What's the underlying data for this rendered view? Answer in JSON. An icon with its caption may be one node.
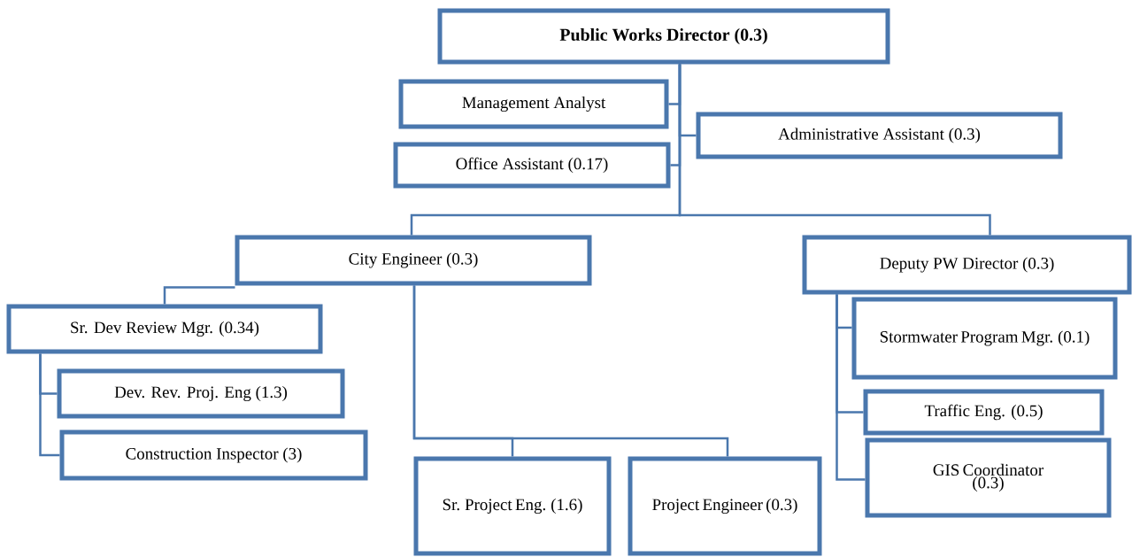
{
  "diagram": {
    "nodes": [
      {
        "text": [
          "Public Works Director (0.3)"
        ]
      },
      {
        "text": [
          "Management Analyst"
        ]
      },
      {
        "text": [
          "Administrative Assistant (0.3)"
        ]
      },
      {
        "text": [
          "Office Assistant (0.17)"
        ]
      },
      {
        "text": [
          "City Engineer (0.3)"
        ]
      },
      {
        "text": [
          "Deputy PW Director (0.3)"
        ]
      },
      {
        "text": [
          "Sr. Dev Review Mgr. (0.34)"
        ]
      },
      {
        "text": [
          "Dev. Rev. Proj. Eng (1.3)"
        ]
      },
      {
        "text": [
          "Construction Inspector (3)"
        ]
      },
      {
        "text": [
          "Sr. Project Eng. (1.6)"
        ]
      },
      {
        "text": [
          "Project Engineer (0.3)"
        ]
      },
      {
        "text": [
          "Stormwater Program Mgr. (0.1)"
        ]
      },
      {
        "text": [
          "Traffic Eng. (0.5)"
        ]
      },
      {
        "text": [
          "GIS Coordinator (0.3)"
        ]
      }
    ],
    "edges": [
      {
        "from": 0,
        "to": 1,
        "arrow": "none"
      },
      {
        "from": 0,
        "to": 2,
        "arrow": "none"
      },
      {
        "from": 0,
        "to": 3,
        "arrow": "none"
      },
      {
        "from": 0,
        "to": 4,
        "arrow": "none"
      },
      {
        "from": 0,
        "to": 5,
        "arrow": "none"
      },
      {
        "from": 4,
        "to": 6,
        "arrow": "none"
      },
      {
        "from": 4,
        "to": 9,
        "arrow": "none"
      },
      {
        "from": 4,
        "to": 10,
        "arrow": "none"
      },
      {
        "from": 6,
        "to": 7,
        "arrow": "none"
      },
      {
        "from": 6,
        "to": 8,
        "arrow": "none"
      },
      {
        "from": 5,
        "to": 11,
        "arrow": "none"
      },
      {
        "from": 5,
        "to": 12,
        "arrow": "none"
      },
      {
        "from": 5,
        "to": 13,
        "arrow": "none"
      }
    ]
  }
}
